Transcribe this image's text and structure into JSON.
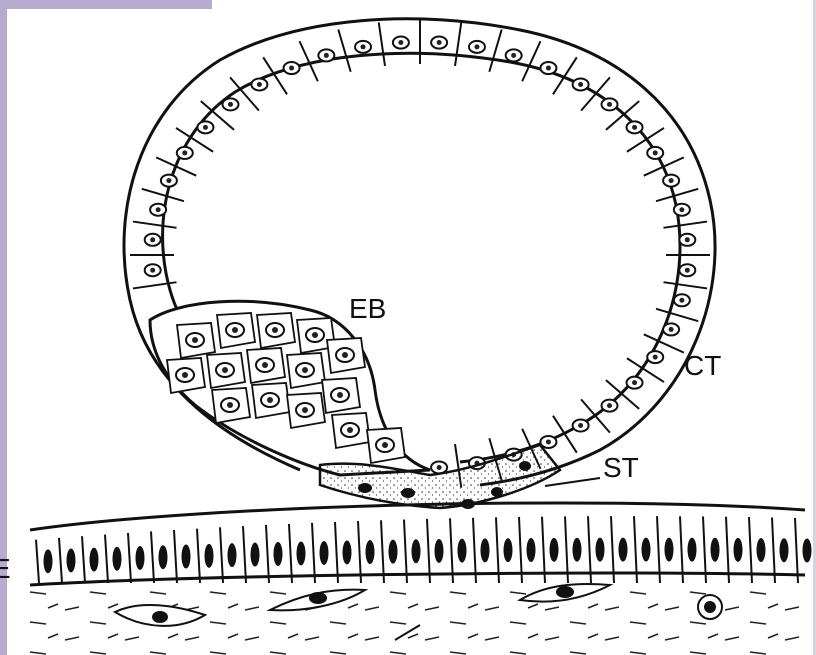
{
  "labels": {
    "eb": "EB",
    "ct": "CT",
    "st": "ST",
    "e": "E"
  },
  "colors": {
    "ink": "#111111",
    "frame": "#b7abcf"
  }
}
